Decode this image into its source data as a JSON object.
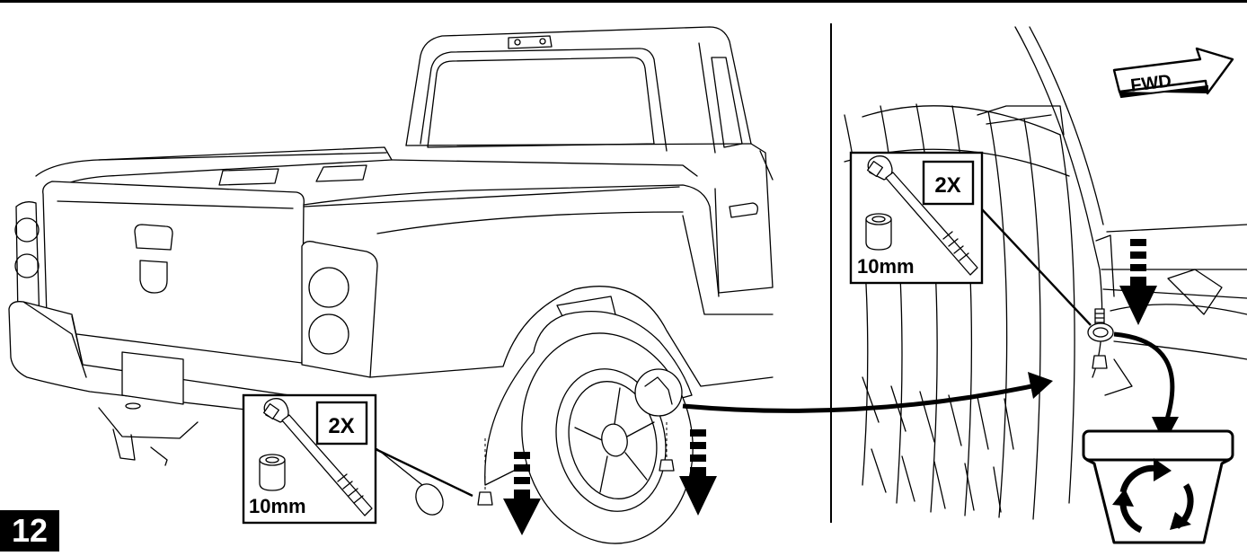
{
  "step": {
    "number": "12"
  },
  "callout_left": {
    "quantity": "2X",
    "socket_size": "10mm"
  },
  "callout_right": {
    "quantity": "2X",
    "socket_size": "10mm"
  },
  "direction_arrow": {
    "label": "FWD"
  },
  "icons": {
    "ratchet": "ratchet-wrench-icon",
    "socket": "socket-icon",
    "recycle": "recycle-bin-icon",
    "remove_arrow": "dashed-down-arrow-icon",
    "direction": "forward-arrow-icon"
  },
  "colors": {
    "ink": "#000000",
    "paper": "#ffffff"
  }
}
